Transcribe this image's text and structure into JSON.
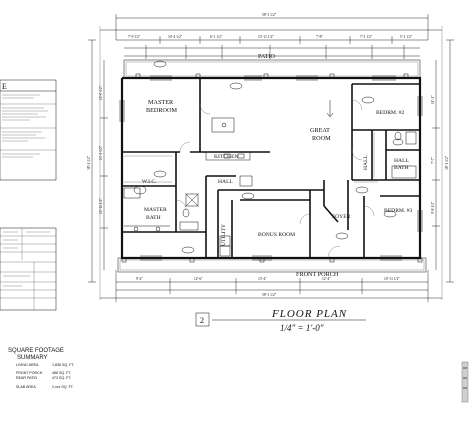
{
  "plan": {
    "title": "FLOOR PLAN",
    "scale": "1/4\" = 1'-0\"",
    "sheet_marker": "2",
    "overall_width": "58'-1 1/2\"",
    "overall_depth_left": "38'-1 1/2\"",
    "overall_depth_right": "38'-1 1/2\""
  },
  "rooms": {
    "patio": "PATIO",
    "master_bedroom_l1": "MASTER",
    "master_bedroom_l2": "BEDROOM",
    "great_room_l1": "GREAT",
    "great_room_l2": "ROOM",
    "kitchen": "KITCHEN",
    "hall_center": "HALL",
    "wic": "W.I.C.",
    "master_bath_l1": "MASTER",
    "master_bath_l2": "BATH",
    "utility": "UTILITY",
    "bonus_room": "BONUS ROOM",
    "foyer": "FOYER",
    "front_porch": "FRONT PORCH",
    "bedroom2": "BEDRM. #2",
    "bedroom3": "BEDRM. #3",
    "hall_bath_l1": "HALL",
    "hall_bath_l2": "BATH",
    "hall_right": "HALL"
  },
  "left_panel": {
    "header_letter": "E",
    "sq_title_l1": "SQUARE FOOTAGE",
    "sq_title_l2": "SUMMARY",
    "rows": [
      {
        "label": "LIVING AREA",
        "value": "1,836 SQ. FT."
      },
      {
        "label": "FRONT PORCH",
        "value": "466 SQ. FT."
      },
      {
        "label": "REAR PATIO",
        "value": "473 SQ. FT."
      },
      {
        "label": "SLAB AREA",
        "value": "2,xxx SQ. FT."
      }
    ]
  },
  "dims": {
    "top_1": "7'-9 1/2\"",
    "top_2": "10'-4 1/2\"",
    "top_3": "6'-1 1/2\"",
    "top_4": "13'-11 1/2\"",
    "top_5": "7'-8\"",
    "top_6": "7'-1 1/2\"",
    "top_7": "5'-1 1/2\"",
    "bottom_1": "9'-4\"",
    "bottom_2": "12'-6\"",
    "bottom_3": "13'-4\"",
    "bottom_4": "12'-4\"",
    "bottom_5": "10'-11 1/2\"",
    "left_1": "12'-0 1/2\"",
    "left_2": "13'-1 1/2\"",
    "left_3": "12'-11 1/2\"",
    "right_1": "11'-1\"",
    "right_2": "7'-7\"",
    "right_3": "9'-8 1/2\""
  }
}
